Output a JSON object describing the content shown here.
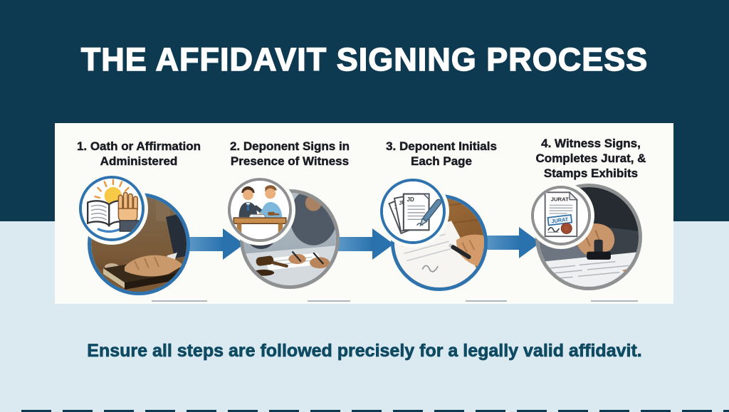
{
  "header": {
    "title": "THE AFFIDAVIT SIGNING PROCESS"
  },
  "card": {
    "steps": [
      {
        "title_line1": "1. Oath or Affirmation",
        "title_line2": "Administered",
        "icon": "open-book-raised-hand-sun-icon",
        "photo": "hand-on-bible-photo",
        "ring_color": "#2f73ae"
      },
      {
        "title_line1": "2. Deponent Signs in",
        "title_line2": "Presence of Witness",
        "icon": "two-people-desk-signing-icon",
        "photo": "signing-with-witness-gavel-photo",
        "ring_color": "#8f9092"
      },
      {
        "title_line1": "3. Deponent Initials",
        "title_line2": "Each Page",
        "icon": "stacked-initialed-pages-pen-icon",
        "photo": "hand-initialing-page-photo",
        "ring_color": "#2f73ae",
        "page_label": "JD"
      },
      {
        "title_line1": "4. Witness Signs,",
        "title_line2": "Completes Jurat, &",
        "title_line3": "Stamps Exhibits",
        "icon": "jurat-document-seal-icon",
        "photo": "hand-stamping-document-photo",
        "ring_color": "#8f9092",
        "doc_title": "JURAT",
        "stamp_label": "JURAT"
      }
    ]
  },
  "footer": {
    "note": "Ensure all steps are followed precisely for a legally valid affidavit."
  },
  "colors": {
    "header_bg": "#0e3a51",
    "body_bg": "#dbe9f1",
    "card_bg": "#fbfbf7",
    "arrow_blue": "#2e79b5",
    "ring_blue": "#2f73ae",
    "ring_gray": "#8f9092",
    "step_title_text": "#1b1c24",
    "footer_text": "#0f4a63",
    "seal_red": "#a65036",
    "stamp_blue": "#2e6da4"
  }
}
